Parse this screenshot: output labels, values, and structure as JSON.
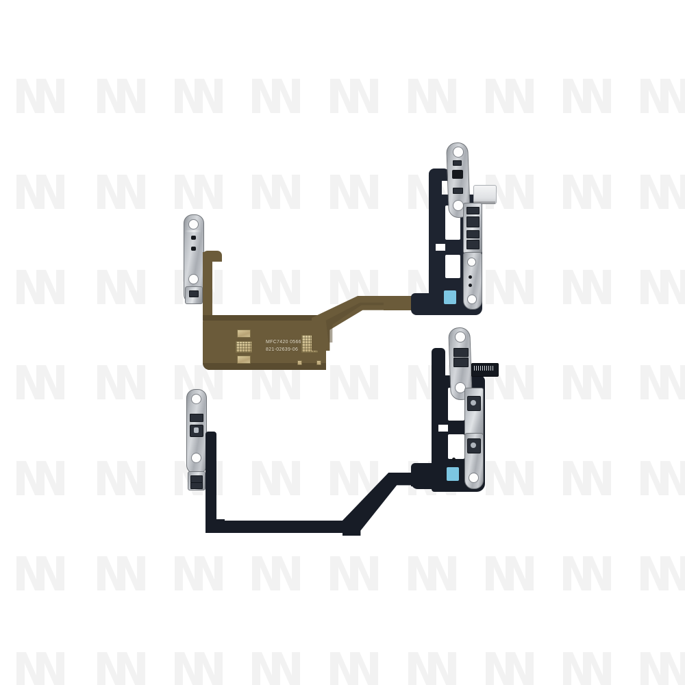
{
  "image": {
    "background_color": "#ffffff",
    "subject": "iPhone power and volume button flex cable assembly",
    "view_count": 2,
    "alt_text": "Two iPhone power button volume flex cable assemblies shown front and back on a white background"
  },
  "watermark": {
    "letter": "M",
    "color": "#f2f2f2",
    "columns": 5,
    "rows": 7,
    "x_positions": [
      22,
      140,
      253,
      366,
      480,
      594,
      707,
      820,
      933
    ],
    "y_positions": [
      113,
      253,
      392,
      531,
      671,
      810,
      950
    ]
  },
  "assemblies": [
    {
      "id": "front-view",
      "label": "Front view assembly",
      "flex_color": "#6b5b3a",
      "flex_color_secondary": "#1e2430",
      "bracket_color": "#b9bdc2",
      "tape_color": "#86d5f2",
      "silkscreen": {
        "line1": "MFC7420 0566",
        "line2": "821-02639-06",
        "color": "#efe6cf"
      },
      "parts": [
        "volume-button-bracket",
        "volume-up-pad",
        "volume-down-pad",
        "flex-ribbon",
        "gold-contact-pads",
        "mesh-shield-pad",
        "power-button-bracket",
        "white-connector",
        "board-to-board-connector",
        "blue-tape",
        "lower-metal-bracket"
      ]
    },
    {
      "id": "back-view",
      "label": "Back view assembly",
      "flex_color": "#171c26",
      "flex_color_secondary": "#1e2430",
      "bracket_color": "#b9bdc2",
      "tape_color": "#86d5f2",
      "silkscreen": {
        "line1": "",
        "line2": "",
        "color": "#efe6cf"
      },
      "parts": [
        "volume-button-bracket",
        "volume-up-pad",
        "volume-down-pad",
        "flex-ribbon",
        "power-button-bracket",
        "black-connector-socket",
        "blue-tape",
        "lower-metal-bracket"
      ]
    }
  ]
}
